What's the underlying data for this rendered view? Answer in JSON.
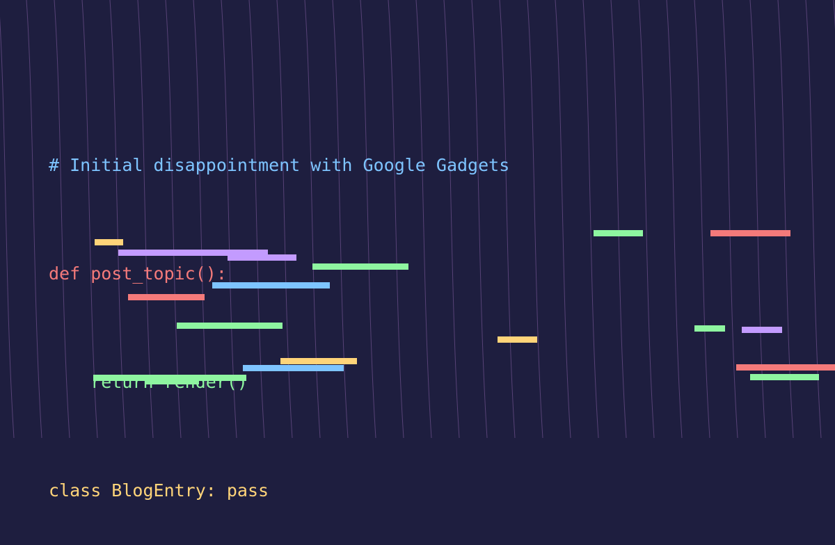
{
  "theme": {
    "background": "#1e1e3f",
    "line_color": "#6b4f8a",
    "palette": {
      "yellow": "#ffd479",
      "purple": "#c39bff",
      "green": "#8ef5a0",
      "blue": "#7ec4ff",
      "red": "#f47a7a"
    }
  },
  "code": {
    "lines": [
      {
        "text": "# Initial disappointment with Google Gadgets",
        "color": "#7ec4ff"
      },
      {
        "text": "def post_topic():",
        "color": "#f47a7a"
      },
      {
        "text": "    return render()",
        "color": "#8ef5a0"
      },
      {
        "text": "class BlogEntry: pass",
        "color": "#ffd479"
      }
    ]
  },
  "bars": [
    {
      "color": "yellow"
    },
    {
      "color": "purple"
    },
    {
      "color": "purple"
    },
    {
      "color": "green"
    },
    {
      "color": "blue"
    },
    {
      "color": "red"
    },
    {
      "color": "green"
    },
    {
      "color": "yellow"
    },
    {
      "color": "blue"
    },
    {
      "color": "green"
    },
    {
      "color": "green"
    },
    {
      "color": "green"
    },
    {
      "color": "red"
    },
    {
      "color": "yellow"
    },
    {
      "color": "green"
    },
    {
      "color": "purple"
    },
    {
      "color": "red"
    },
    {
      "color": "green"
    }
  ]
}
